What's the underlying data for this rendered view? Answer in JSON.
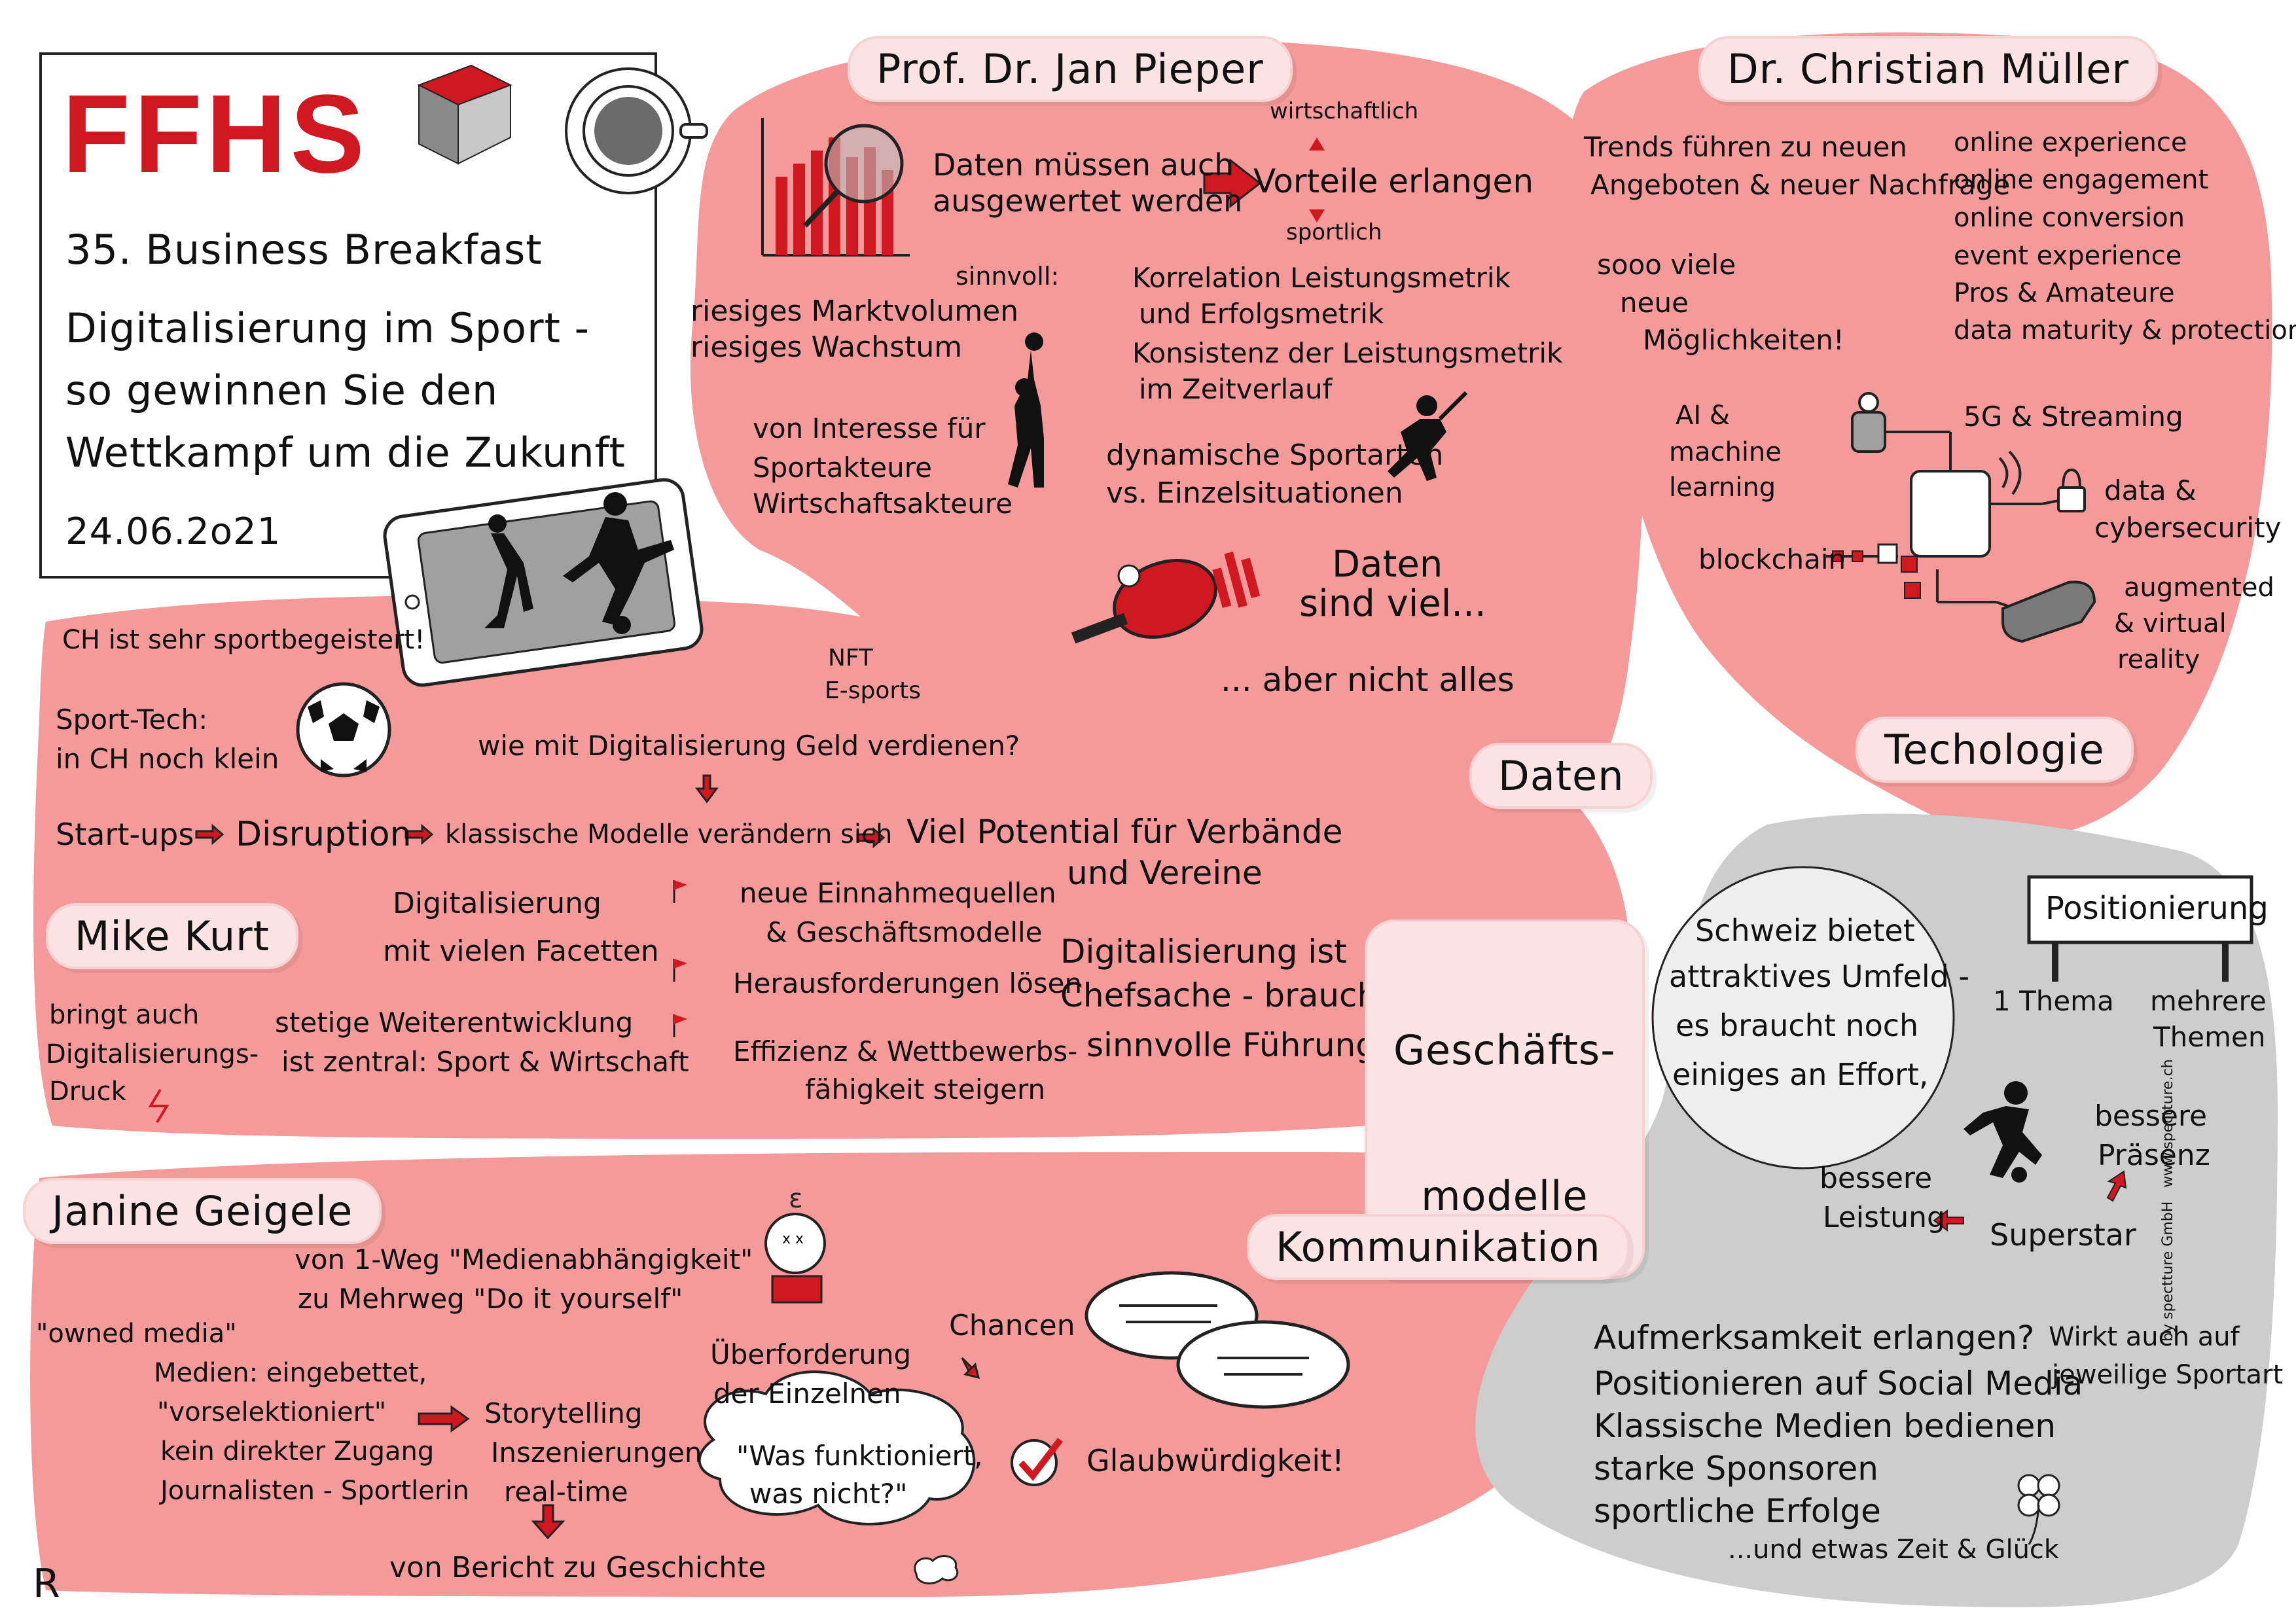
{
  "header": {
    "logo_text": "FFHS",
    "event": "35. Business Breakfast",
    "title_lines": [
      "Digitalisierung im Sport -",
      "so gewinnen Sie den",
      "Wettkampf um die Zukunft"
    ],
    "date": "24.06.2o21"
  },
  "colors": {
    "blob_pink": "#f59a9a",
    "blob_grey": "#cdcdcd",
    "accent_red": "#d01820",
    "pill_bg": "#fbe3e3"
  },
  "pieper": {
    "speaker": "Prof. Dr. Jan Pieper",
    "daten_lines": [
      "Daten müssen auch",
      "ausgewertet werden"
    ],
    "vorteile": "Vorteile erlangen",
    "wirtschaftlich": "wirtschaftlich",
    "sportlich": "sportlich",
    "sinnvoll": "sinnvoll:",
    "point1_lines": [
      "Korrelation Leistungsmetrik",
      "und Erfolgsmetrik"
    ],
    "point2_lines": [
      "Konsistenz der Leistungsmetrik",
      "im Zeitverlauf"
    ],
    "markt_lines": [
      "riesiges Marktvolumen",
      "riesiges Wachstum"
    ],
    "interesse_lines": [
      "von Interesse für",
      "Sportakteure",
      "Wirtschaftsakteure"
    ],
    "dynamisch_lines": [
      "dynamische Sportarten",
      "vs. Einzelsituationen"
    ],
    "daten_viel_lines": [
      "Daten",
      "sind viel..."
    ],
    "nicht_alles": "... aber nicht alles",
    "topic": "Daten"
  },
  "mueller": {
    "speaker": "Dr. Christian Müller",
    "trends_lines": [
      "Trends führen zu neuen",
      "Angeboten & neuer Nachfrage"
    ],
    "viele_lines": [
      "sooo viele",
      "neue",
      "Möglichkeiten!"
    ],
    "online_lines": [
      "online experience",
      "online engagement",
      "online conversion",
      "event experience",
      "Pros & Amateure",
      "data maturity & protection"
    ],
    "ai_lines": [
      "AI &",
      "machine",
      "learning"
    ],
    "streaming": "5G & Streaming",
    "data_sec_lines": [
      "data &",
      "cybersecurity"
    ],
    "blockchain": "blockchain",
    "ar_lines": [
      "augmented",
      "& virtual",
      "reality"
    ],
    "topic": "Techologie"
  },
  "kurt": {
    "speaker": "Mike Kurt",
    "ch_sport": "CH ist sehr sportbegeistert!",
    "sporttech_lines": [
      "Sport-Tech:",
      "in CH noch klein"
    ],
    "nft": "NFT",
    "esports": "E-sports",
    "geld": "wie mit Digitalisierung Geld verdienen?",
    "startups": "Start-ups",
    "disruption": "Disruption",
    "klassische": "klassische Modelle verändern sich",
    "potential_lines": [
      "Viel Potential für Verbände",
      "und Vereine"
    ],
    "facetten_lines": [
      "Digitalisierung",
      "mit vielen Facetten"
    ],
    "einnahmen_lines": [
      "neue Einnahmequellen",
      "& Geschäftsmodelle"
    ],
    "herausforderungen": "Herausforderungen lösen",
    "effizienz_lines": [
      "Effizienz & Wettbewerbs-",
      "fähigkeit steigern"
    ],
    "chefsache_lines": [
      "Digitalisierung ist",
      "Chefsache - braucht",
      "sinnvolle Führung"
    ],
    "druck_lines": [
      "bringt auch",
      "Digitalisierungs-",
      "Druck"
    ],
    "weiter_lines": [
      "stetige Weiterentwicklung",
      "ist zentral: Sport & Wirtschaft"
    ],
    "topic_lines": [
      "Geschäfts-",
      "modelle"
    ]
  },
  "geigele": {
    "speaker": "Janine Geigele",
    "medien_lines": [
      "von 1-Weg \"Medienabhängigkeit\"",
      "zu Mehrweg \"Do it yourself\""
    ],
    "owned": "\"owned media\"",
    "eingebettet_lines": [
      "Medien: eingebettet,",
      "\"vorselektioniert\"",
      "kein direkter Zugang",
      "Journalisten - Sportlerin"
    ],
    "story_lines": [
      "Storytelling",
      "Inszenierungen",
      "real-time"
    ],
    "bericht": "von Bericht zu Geschichte",
    "ueberforderung_lines": [
      "Überforderung",
      "der Einzelnen"
    ],
    "chancen": "Chancen",
    "quote_lines": [
      "\"Was funktioniert,",
      "was nicht?\""
    ],
    "glaub": "Glaubwürdigkeit!",
    "topic": "Kommunikation"
  },
  "positionierung": {
    "sign": "Positionierung",
    "schweiz_lines": [
      "Schweiz bietet",
      "attraktives Umfeld -",
      "es braucht noch",
      "einiges an Effort,"
    ],
    "thema": "1 Thema",
    "mehrere_lines": [
      "mehrere",
      "Themen"
    ],
    "praesenz_lines": [
      "bessere",
      "Präsenz"
    ],
    "leistung_lines": [
      "bessere",
      "Leistung"
    ],
    "superstar": "Superstar",
    "wirkt_lines": [
      "Wirkt auch auf",
      "jeweilige Sportart"
    ],
    "tips_lines": [
      "Aufmerksamkeit erlangen?",
      "Positionieren auf Social Media",
      "Klassische Medien bedienen",
      "starke Sponsoren",
      "sportliche Erfolge"
    ],
    "zeit": "...und etwas Zeit & Glück"
  },
  "credit": "by spectture GmbH   www.spectture.ch",
  "signature": "R"
}
